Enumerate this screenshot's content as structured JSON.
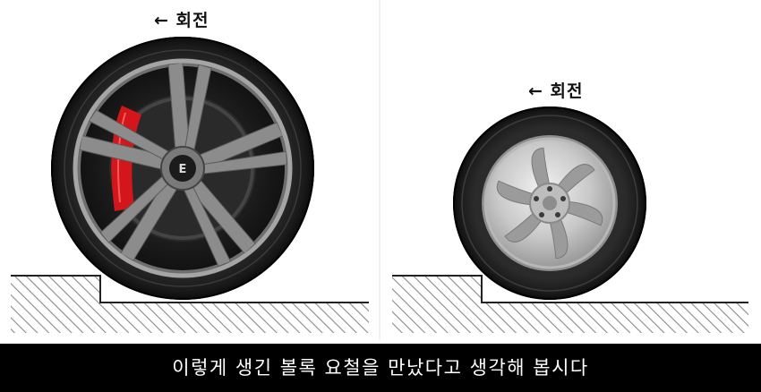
{
  "left": {
    "rotation_label": "← 회전"
  },
  "right": {
    "rotation_label": "← 회전"
  },
  "caption": "이렇게 생긴 볼록 요철을 만났다고 생각해 봅시다"
}
